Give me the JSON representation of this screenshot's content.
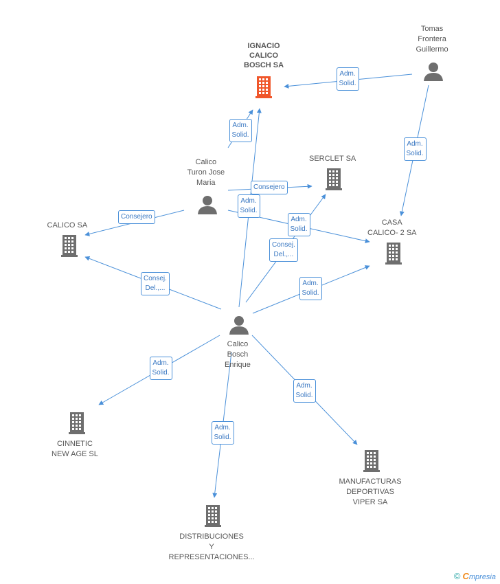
{
  "nodes": [
    {
      "id": "ignacio",
      "kind": "company",
      "highlight": true,
      "lines": [
        "IGNACIO",
        "CALICO",
        "BOSCH SA"
      ]
    },
    {
      "id": "tomas",
      "kind": "person",
      "lines": [
        "Tomas",
        "Frontera",
        "Guillermo"
      ]
    },
    {
      "id": "turon",
      "kind": "person",
      "lines": [
        "Calico",
        "Turon Jose",
        "Maria"
      ]
    },
    {
      "id": "serclet",
      "kind": "company",
      "lines": [
        "SERCLET SA"
      ]
    },
    {
      "id": "calicosa",
      "kind": "company",
      "lines": [
        "CALICO SA"
      ]
    },
    {
      "id": "casa",
      "kind": "company",
      "lines": [
        "CASA",
        "CALICO- 2 SA"
      ]
    },
    {
      "id": "enrique",
      "kind": "person",
      "lines": [
        "Calico",
        "Bosch",
        "Enrique"
      ]
    },
    {
      "id": "cinnetic",
      "kind": "company",
      "lines": [
        "CINNETIC",
        "NEW AGE  SL"
      ]
    },
    {
      "id": "distrib",
      "kind": "company",
      "lines": [
        "DISTRIBUCIONES",
        "Y",
        "REPRESENTACIONES..."
      ]
    },
    {
      "id": "manuf",
      "kind": "company",
      "lines": [
        "MANUFACTURAS",
        "DEPORTIVAS",
        "VIPER SA"
      ]
    }
  ],
  "relations": [
    {
      "from": "tomas",
      "to": "ignacio",
      "lines": [
        "Adm.",
        "Solid."
      ]
    },
    {
      "from": "tomas",
      "to": "casa",
      "lines": [
        "Adm.",
        "Solid."
      ]
    },
    {
      "from": "turon",
      "to": "ignacio",
      "lines": [
        "Adm.",
        "Solid."
      ]
    },
    {
      "from": "turon",
      "to": "serclet",
      "lines": [
        "Consejero"
      ]
    },
    {
      "from": "turon",
      "to": "calicosa",
      "lines": [
        "Consejero"
      ]
    },
    {
      "from": "turon",
      "to": "casa",
      "lines": [
        "Adm.",
        "Solid."
      ]
    },
    {
      "from": "enrique",
      "to": "ignacio",
      "lines": [
        "Adm.",
        "Solid."
      ]
    },
    {
      "from": "enrique",
      "to": "serclet",
      "lines": [
        "Consej.",
        "Del.,..."
      ]
    },
    {
      "from": "enrique",
      "to": "calicosa",
      "lines": [
        "Consej.",
        "Del.,..."
      ]
    },
    {
      "from": "enrique",
      "to": "casa",
      "lines": [
        "Adm.",
        "Solid."
      ]
    },
    {
      "from": "enrique",
      "to": "cinnetic",
      "lines": [
        "Adm.",
        "Solid."
      ]
    },
    {
      "from": "enrique",
      "to": "distrib",
      "lines": [
        "Adm.",
        "Solid."
      ]
    },
    {
      "from": "enrique",
      "to": "manuf",
      "lines": [
        "Adm.",
        "Solid."
      ]
    }
  ],
  "colors": {
    "edge": "#4a90d9",
    "icon": "#6e6e6e",
    "highlight": "#f0562a"
  },
  "brand": {
    "copyright": "©",
    "initial": "C",
    "rest": "mpresia"
  }
}
